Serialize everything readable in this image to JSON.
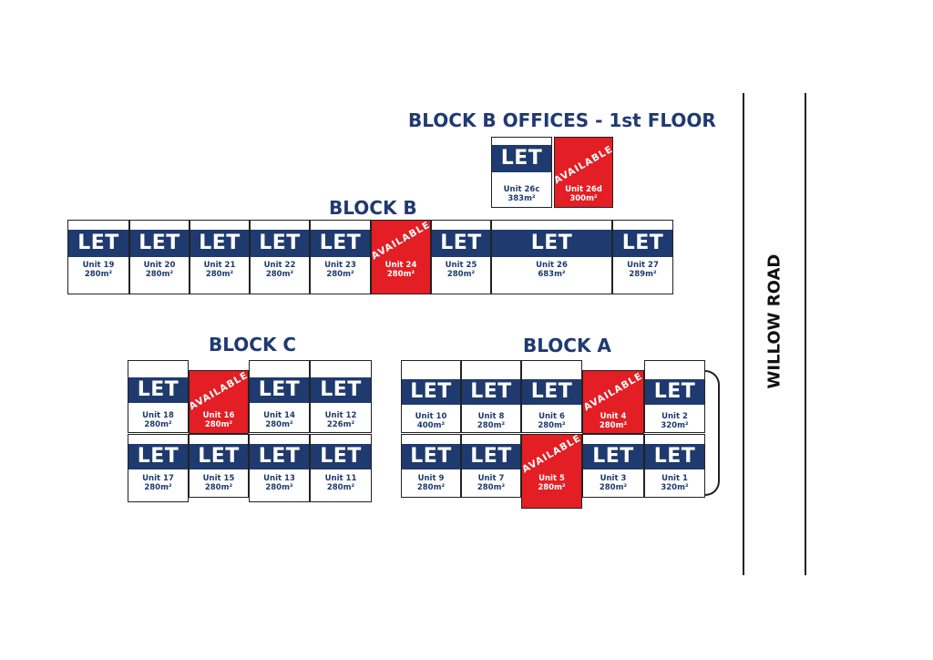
{
  "titles": {
    "block_b_offices": "BLOCK B OFFICES - 1st FLOOR",
    "block_b": "BLOCK B",
    "block_c": "BLOCK C",
    "block_a": "BLOCK A"
  },
  "road": {
    "label": "WILLOW ROAD"
  },
  "status_labels": {
    "let": "LET",
    "available": "AVAILABLE"
  },
  "colors": {
    "let_band": "#1f3a6e",
    "available": "#e31e24",
    "title": "#1f3a70"
  },
  "units": {
    "u26c": {
      "name": "Unit 26c",
      "size": "383m²",
      "status": "let"
    },
    "u26d": {
      "name": "Unit 26d",
      "size": "300m²",
      "status": "available"
    },
    "u19": {
      "name": "Unit 19",
      "size": "280m²",
      "status": "let"
    },
    "u20": {
      "name": "Unit 20",
      "size": "280m²",
      "status": "let"
    },
    "u21": {
      "name": "Unit 21",
      "size": "280m²",
      "status": "let"
    },
    "u22": {
      "name": "Unit 22",
      "size": "280m²",
      "status": "let"
    },
    "u23": {
      "name": "Unit 23",
      "size": "280m²",
      "status": "let"
    },
    "u24": {
      "name": "Unit 24",
      "size": "280m²",
      "status": "available"
    },
    "u25": {
      "name": "Unit 25",
      "size": "280m²",
      "status": "let"
    },
    "u26": {
      "name": "Unit 26",
      "size": "683m²",
      "status": "let"
    },
    "u27": {
      "name": "Unit 27",
      "size": "289m²",
      "status": "let"
    },
    "u18": {
      "name": "Unit 18",
      "size": "280m²",
      "status": "let"
    },
    "u16": {
      "name": "Unit 16",
      "size": "280m²",
      "status": "available"
    },
    "u14": {
      "name": "Unit 14",
      "size": "280m²",
      "status": "let"
    },
    "u12": {
      "name": "Unit 12",
      "size": "226m²",
      "status": "let"
    },
    "u17": {
      "name": "Unit 17",
      "size": "280m²",
      "status": "let"
    },
    "u15": {
      "name": "Unit 15",
      "size": "280m²",
      "status": "let"
    },
    "u13": {
      "name": "Unit 13",
      "size": "280m²",
      "status": "let"
    },
    "u11": {
      "name": "Unit 11",
      "size": "280m²",
      "status": "let"
    },
    "u10": {
      "name": "Unit 10",
      "size": "400m²",
      "status": "let"
    },
    "u8": {
      "name": "Unit 8",
      "size": "280m²",
      "status": "let"
    },
    "u6": {
      "name": "Unit 6",
      "size": "280m²",
      "status": "let"
    },
    "u4": {
      "name": "Unit 4",
      "size": "280m²",
      "status": "available"
    },
    "u2": {
      "name": "Unit 2",
      "size": "320m²",
      "status": "let"
    },
    "u9": {
      "name": "Unit 9",
      "size": "280m²",
      "status": "let"
    },
    "u7": {
      "name": "Unit 7",
      "size": "280m²",
      "status": "let"
    },
    "u5": {
      "name": "Unit 5",
      "size": "280m²",
      "status": "available"
    },
    "u3": {
      "name": "Unit 3",
      "size": "280m²",
      "status": "let"
    },
    "u1": {
      "name": "Unit 1",
      "size": "320m²",
      "status": "let"
    }
  }
}
